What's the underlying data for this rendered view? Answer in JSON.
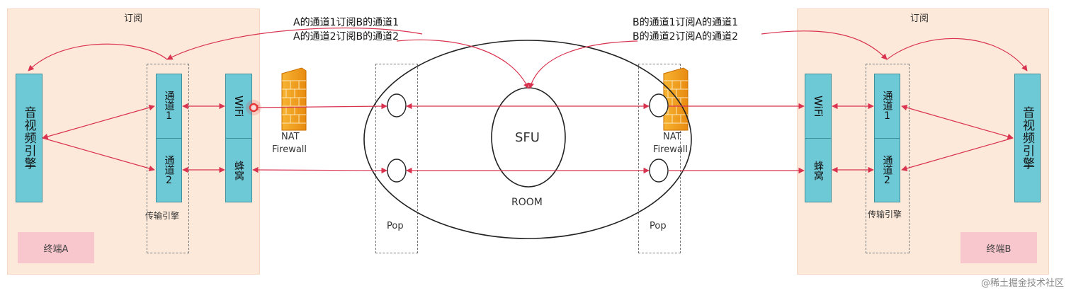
{
  "left": {
    "panel_title": "订阅",
    "engine": "音视频引擎",
    "channel1": "通道1",
    "channel2": "通道2",
    "wifi": "WiFi",
    "cellular": "蜂窝",
    "transport": "传输引擎",
    "terminal": "终端A"
  },
  "right": {
    "panel_title": "订阅",
    "engine": "音视频引擎",
    "channel1": "通道1",
    "channel2": "通道2",
    "wifi": "WiFi",
    "cellular": "蜂窝",
    "transport": "传输引擎",
    "terminal": "终端B"
  },
  "annotations": {
    "a_line1": "A的通道1订阅B的通道1",
    "a_line2": "A的通道2订阅B的通道2",
    "b_line1": "B的通道1订阅A的通道1",
    "b_line2": "B的通道2订阅A的通道2"
  },
  "firewall_left": {
    "line1": "NAT",
    "line2": "Firewall"
  },
  "firewall_right": {
    "line1": "NAT",
    "line2": "Firewall"
  },
  "pop_left": "Pop",
  "pop_right": "Pop",
  "sfu": "SFU",
  "room": "ROOM",
  "watermark": "@稀土掘金技术社区",
  "colors": {
    "arrow": "#d9334f",
    "block": "#6ec9d6",
    "panel": "#fde9d9",
    "terminal": "#f8c6cd"
  }
}
